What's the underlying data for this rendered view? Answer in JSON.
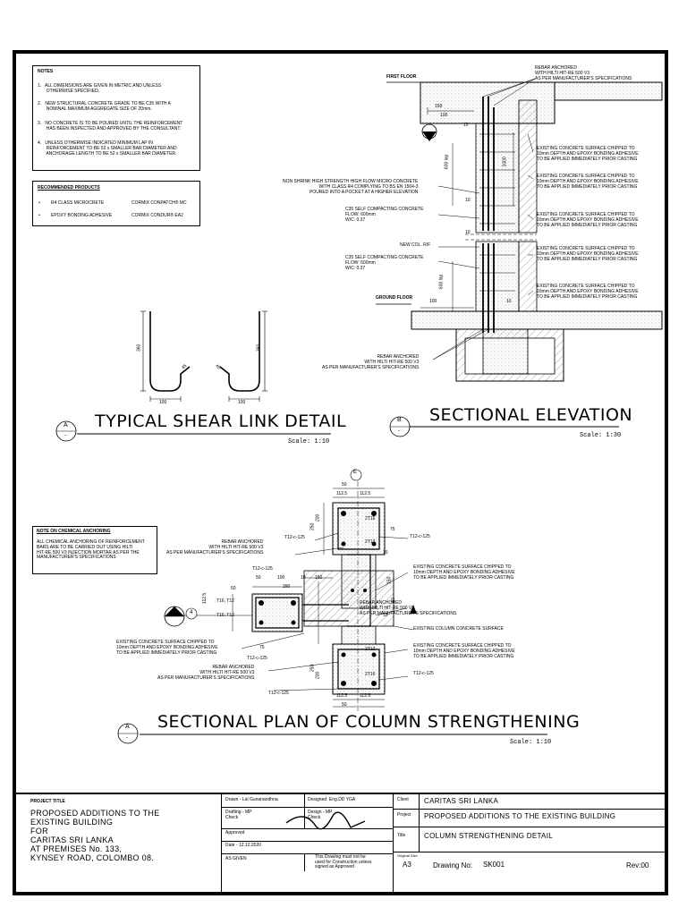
{
  "notes": {
    "heading": "NOTES",
    "items": [
      "1.   ALL DIMENSIONS ARE GIVEN IN METRIC AND UNLESS\n       OTHERWISE SPECIFIED.",
      "2.   NEW STRUCTURAL CONCRETE GRADE TO BE C35 WITH A\n       NOMINAL MAXIMUM AGGREGATE SIZE OF 20mm.",
      "3.   NO CONCRETE IS TO BE POURED UNTIL THE REINFORCEMENT\n       HAS BEEN INSPECTED AND APPROVED BY THE CONSULTANT.",
      "4.   UNLESS OTHERWISE INDICATED MINIMUM LAP IN\n       REINFORCEMENT TO BE 52 x SMALLER BAR DIAMETER AND\n       ANCHORAGE LENGTH TO BE 52 x SMALLER BAR DIAMETER."
    ]
  },
  "products": {
    "heading": "RECOMMENDED PRODUCTS",
    "rows": [
      {
        "bullet": "•",
        "name": "R4 CLASS MICROCRETE",
        "product": "CORMIX CONPATCH® MC"
      },
      {
        "bullet": "•",
        "name": "EPOXY BONDING ADHESIVE",
        "product": "CORMIX CONDUR® EA2"
      }
    ]
  },
  "chem_note": {
    "heading": "NOTE ON CHEMICAL ANCHORING",
    "body": "ALL CHEMICAL ANCHORING OF REINFORCEMENT\nBARS ARE TO BE CARRIED OUT USING HILTI\nHIT-RE 500 V3 INJECTION MORTAR AS PER THE\nMANUFACTURER'S SPECIFICATIONS"
  },
  "detail_a": {
    "marker": "A",
    "marker_sub": "-",
    "title": "TYPICAL SHEAR LINK DETAIL",
    "scale": "Scale: 1:10",
    "dims": {
      "h1": "360",
      "h2": "360",
      "w1": "100",
      "w2": "100",
      "hook1": "45",
      "hook2": "45"
    }
  },
  "detail_b": {
    "marker": "B",
    "marker_sub": "-",
    "title": "SECTIONAL ELEVATION",
    "scale": "Scale: 1:30",
    "labels": {
      "first_floor": "FIRST FLOOR",
      "ground_floor": "GROUND FLOOR",
      "rebar_top": "REBAR ANCHORED\nWITH HILTI HIT-RE 500 V3\nAS PER MANUFACTURER'S SPECIFICATIONS",
      "rebar_bottom": "REBAR ANCHORED\nWITH HILTI HIT-RE 500 V3\nAS PER MANUFACTURER'S SPECIFICATIONS",
      "chipped_1": "EXISTING CONCRETE SURFACE CHIPPED TO\n10mm DEPTH AND EPOXY BONDING ADHESIVE\nTO BE APPLIED IMMEDIATELY PRIOR CASTING",
      "chipped_2": "EXISTING CONCRETE SURFACE CHIPPED TO\n10mm DEPTH AND EPOXY BONDING ADHESIVE\nTO BE APPLIED IMMEDIATELY PRIOR CASTING",
      "chipped_3": "EXISTING CONCRETE SURFACE CHIPPED TO\n10mm DEPTH AND EPOXY BONDING ADHESIVE\nTO BE APPLIED IMMEDIATELY PRIOR CASTING",
      "chipped_4": "EXISTING CONCRETE SURFACE CHIPPED TO\n10mm DEPTH AND EPOXY BONDING ADHESIVE\nTO BE APPLIED IMMEDIATELY PRIOR CASTING",
      "chipped_5": "EXISTING CONCRETE SURFACE CHIPPED TO\n10mm DEPTH AND EPOXY BONDING ADHESIVE\nTO BE APPLIED IMMEDIATELY PRIOR CASTING",
      "non_shrink": "NON SHRINK HIGH STRENGTH HIGH FLOW MICRO CONCRETE\nWITH CLASS R4 COMPLYING TO BS EN 1504-3\nPOURED INTO A POCKET AT A HIGHER ELEVATION",
      "c35_1": "C35 SELF COMPACTING CONCRETE\nFLOW: 600mm\nW/C: 0.37",
      "c35_2": "C35 SELF COMPACTING CONCRETE\nFLOW: 600mm\nW/C: 0.37",
      "new_col": "NEW COL. R/F",
      "d150": "150",
      "d100a": "100",
      "d10a": "10",
      "d600": "600 lap",
      "d1000": "1000",
      "d10b": "10",
      "d10c": "10",
      "d600b": "600 lap",
      "d100b": "100",
      "d10d": "10"
    }
  },
  "detail_c": {
    "marker": "A",
    "marker_sub": "-",
    "title": "SECTIONAL PLAN OF COLUMN STRENGTHENING",
    "scale": "Scale: 1:10",
    "section_marker": "B",
    "section_num": "4",
    "grid": "E",
    "labels": {
      "rebar_1": "REBAR ANCHORED\nWITH HILTI HIT-RE 500 V3\nAS PER MANUFACTURER'S SPECIFICATIONS",
      "rebar_2": "REBAR ANCHORED\nWITH HILTI HIT-RE 500 V3\nAS PER MANUFACTURER'S SPECIFICATIONS",
      "rebar_3": "REBAR ANCHORED\nWITH HILTI HIT-RE 500 V3\nAS PER MANUFACTURER'S SPECIFICATIONS",
      "chipped_r1": "EXISTING CONCRETE SURFACE CHIPPED TO\n10mm DEPTH AND EPOXY BONDING ADHESIVE\nTO BE APPLIED IMMEDIATELY PRIOR CASTING",
      "chipped_r2": "EXISTING CONCRETE SURFACE CHIPPED TO\n10mm DEPTH AND EPOXY BONDING ADHESIVE\nTO BE APPLIED IMMEDIATELY PRIOR CASTING",
      "chipped_l": "EXISTING CONCRETE SURFACE CHIPPED TO\n10mm DEPTH AND EPOXY BONDING ADHESIVE\nTO BE APPLIED IMMEDIATELY PRIOR CASTING",
      "existing_col": "EXISTING COLUMN CONCRETE SURFACE",
      "t12_125a": "T12-c-125",
      "t12_125b": "T12-c-125",
      "t12_125c": "T12-c-125",
      "t12_125d": "T12-c-125",
      "t12_125e": "T12-c-125",
      "t12_125f": "T12-c-125",
      "t16_top": "2T16",
      "t12_top": "2T12",
      "t12_bot": "2T12",
      "t16_bot": "2T16",
      "t16t12a": "T16, T12",
      "t16t12b": "T16, T12",
      "d50a": "50",
      "d1125a": "112.5",
      "d1125b": "112.5",
      "d250": "250",
      "d200": "200",
      "d75a": "75",
      "d10a": "10",
      "d150": "150",
      "d100": "100",
      "d50b": "50",
      "d10b": "10",
      "d1125c": "112.5",
      "d50c": "50",
      "d10c": "10",
      "d75b": "75",
      "d250b": "250",
      "d200b": "200",
      "d1125d": "112.5",
      "d1125e": "112.5",
      "d50d": "50",
      "d290": "290",
      "d10d": "10",
      "d150b": "150"
    }
  },
  "title_block": {
    "project_title_label": "PROJECT TITLE",
    "project_title": "PROPOSED ADDITIONS TO THE\nEXISTING BUILDING\nFOR\nCARITAS SRI LANKA\nAT PREMISES No. 133,\nKYNSEY ROAD, COLOMBO 08.",
    "drawn": "Drawn - Lal Gunanandhna",
    "designed": "Designed  Eng.DD YGA",
    "drafting_check": "Drafting - MP\nCheck",
    "design_check": "Design - MP\nCheck",
    "approved": "Approved",
    "date": "Date - 12.12.2020",
    "as_given": "AS GIVEN",
    "disclaimer": "This Drawing must not be\nused for Construction unless\nsigned as Approved",
    "client_label": "Client",
    "client": "CARITAS SRI LANKA",
    "project_label": "Project",
    "project": "PROPOSED ADDITIONS TO THE EXISTING BUILDING",
    "title_label": "Title",
    "title": "COLUMN STRENGTHENING DETAIL",
    "orig_size_label": "Original Size",
    "orig_size": "A3",
    "drawing_no_label": "Drawing No:",
    "drawing_no": "SK001",
    "rev": "Rev:00"
  }
}
